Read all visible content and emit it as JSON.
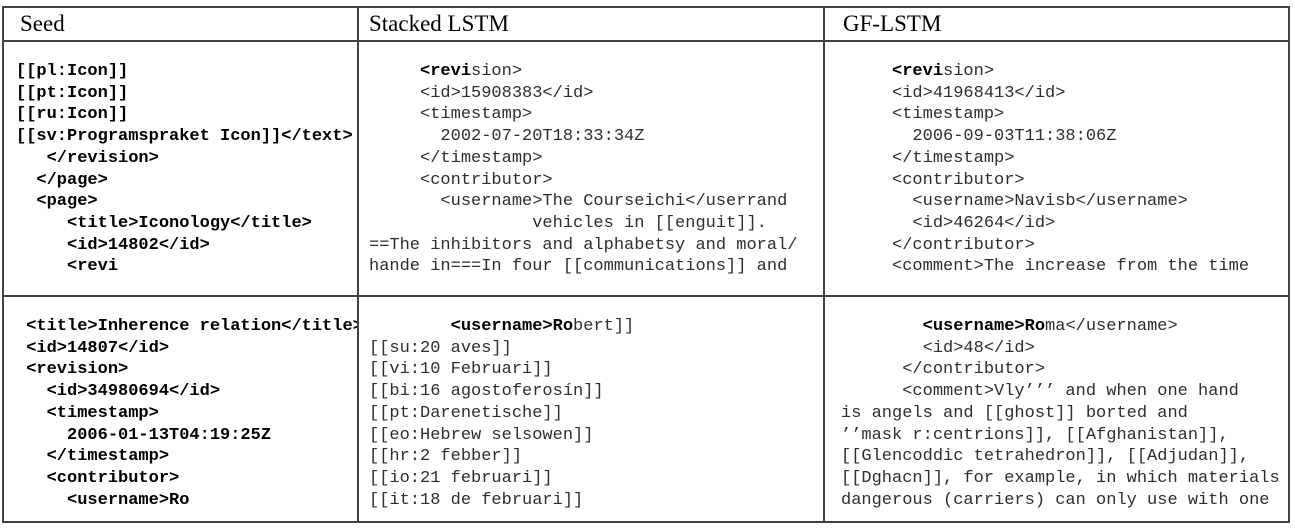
{
  "table": {
    "headers": [
      "Seed",
      "Stacked LSTM",
      "GF-LSTM"
    ],
    "rows": [
      {
        "cells": [
          {
            "segments": [
              {
                "bold": true,
                "text": "[[pl:Icon]]\n[[pt:Icon]]\n[[ru:Icon]]\n[[sv:Programspraket Icon]]</text>\n   </revision>\n  </page>\n  <page>\n     <title>Iconology</title>\n     <id>14802</id>\n     <revi"
              }
            ]
          },
          {
            "segments": [
              {
                "bold": true,
                "text": "     <revi"
              },
              {
                "bold": false,
                "text": "sion>\n     <id>15908383</id>\n     <timestamp>\n       2002-07-20T18:33:34Z\n     </timestamp>\n     <contributor>\n       <username>The Courseichi</userrand\n                vehicles in [[enguit]].\n==The inhibitors and alphabetsy and moral/\nhande in===In four [[communications]] and"
              }
            ]
          },
          {
            "segments": [
              {
                "bold": true,
                "text": "     <revi"
              },
              {
                "bold": false,
                "text": "sion>\n     <id>41968413</id>\n     <timestamp>\n       2006-09-03T11:38:06Z\n     </timestamp>\n     <contributor>\n       <username>Navisb</username>\n       <id>46264</id>\n     </contributor>\n     <comment>The increase from the time"
              }
            ]
          }
        ]
      },
      {
        "cells": [
          {
            "segments": [
              {
                "bold": true,
                "text": " <title>Inherence relation</title>\n <id>14807</id>\n <revision>\n   <id>34980694</id>\n   <timestamp>\n     2006-01-13T04:19:25Z\n   </timestamp>\n   <contributor>\n     <username>Ro"
              }
            ]
          },
          {
            "segments": [
              {
                "bold": true,
                "text": "        <username>Ro"
              },
              {
                "bold": false,
                "text": "bert]]\n[[su:20 aves]]\n[[vi:10 Februari]]\n[[bi:16 agostoferosín]]\n[[pt:Darenetische]]\n[[eo:Hebrew selsowen]]\n[[hr:2 febber]]\n[[io:21 februari]]\n[[it:18 de februari]]"
              }
            ]
          },
          {
            "segments": [
              {
                "bold": true,
                "text": "        <username>Ro"
              },
              {
                "bold": false,
                "text": "ma</username>\n        <id>48</id>\n      </contributor>\n      <comment>Vly’’’ and when one hand\nis angels and [[ghost]] borted and\n’’mask r:centrions]], [[Afghanistan]],\n[[Glencoddic tetrahedron]], [[Adjudan]],\n[[Dghacn]], for example, in which materials\ndangerous (carriers) can only use with one"
              }
            ]
          }
        ]
      }
    ]
  }
}
